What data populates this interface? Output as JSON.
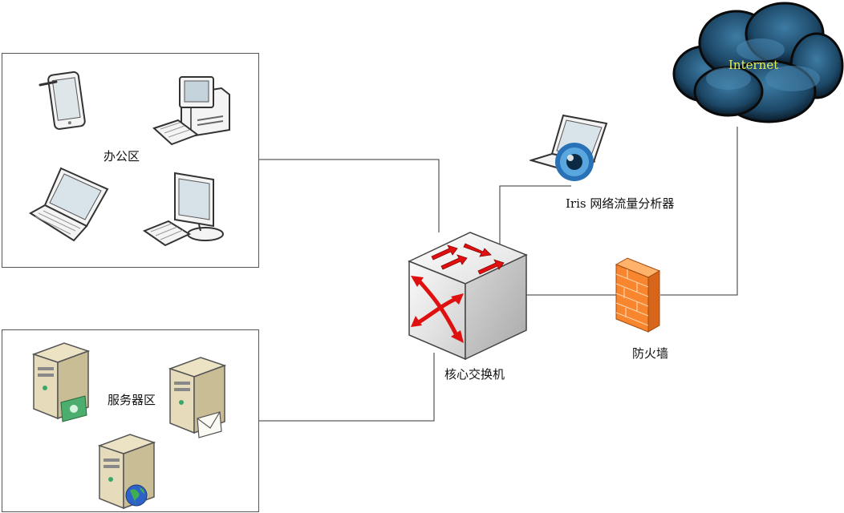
{
  "zones": {
    "office": {
      "label": "办公区"
    },
    "server": {
      "label": "服务器区"
    }
  },
  "nodes": {
    "core_switch": {
      "label": "核心交换机",
      "icon": "multilayer-switch-icon"
    },
    "analyzer": {
      "label": "Iris 网络流量分析器",
      "icon": "laptop-eye-icon"
    },
    "firewall": {
      "label": "防火墙",
      "icon": "firewall-brick-icon"
    },
    "internet": {
      "label": "Internet",
      "icon": "cloud-icon"
    }
  },
  "office_devices": [
    "tablet-icon",
    "desktop-computer-icon",
    "laptop-icon",
    "lcd-monitor-icon"
  ],
  "server_devices": [
    "file-server-icon",
    "mail-server-icon",
    "web-server-icon"
  ],
  "colors": {
    "line": "#333333",
    "arrow": "#e01010",
    "firewall": "#f07a20",
    "cloud": "#1c4766",
    "internet_text": "#e6ef58"
  }
}
